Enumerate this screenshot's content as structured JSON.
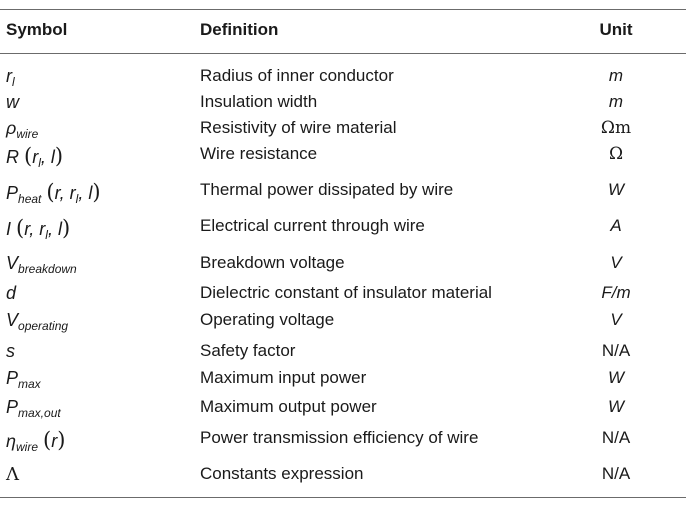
{
  "headers": {
    "symbol": "Symbol",
    "definition": "Definition",
    "unit": "Unit"
  },
  "rows": [
    {
      "definition": "Radius of inner conductor",
      "unit": "m"
    },
    {
      "definition": "Insulation width",
      "unit": "m"
    },
    {
      "definition": "Resistivity of wire material",
      "unit": "Ωm"
    },
    {
      "definition": "Wire resistance",
      "unit": "Ω"
    },
    {
      "definition": "Thermal power dissipated by wire",
      "unit": "W"
    },
    {
      "definition": "Electrical current through wire",
      "unit": "A"
    },
    {
      "definition": "Breakdown voltage",
      "unit": "V"
    },
    {
      "definition": "Dielectric constant of insulator material",
      "unit": "F/m"
    },
    {
      "definition": "Operating voltage",
      "unit": "V"
    },
    {
      "definition": "Safety factor",
      "unit": "N/A"
    },
    {
      "definition": "Maximum input power",
      "unit": "W"
    },
    {
      "definition": "Maximum output power",
      "unit": "W"
    },
    {
      "definition": "Power transmission efficiency of wire",
      "unit": "N/A"
    },
    {
      "definition": "Constants expression",
      "unit": "N/A"
    }
  ],
  "symbols": {
    "r": "r",
    "l": "l",
    "w": "w",
    "wire": "wire",
    "rho": "ρ",
    "R": "R",
    "P": "P",
    "heat": "heat",
    "I": "I",
    "V": "V",
    "breakdown": "breakdown",
    "d": "d",
    "operating": "operating",
    "s": "s",
    "max": "max",
    "max_out": "max,out",
    "eta": "η",
    "Lambda": "Λ",
    "lparen": "(",
    "rparen": ")",
    "comma": ","
  }
}
